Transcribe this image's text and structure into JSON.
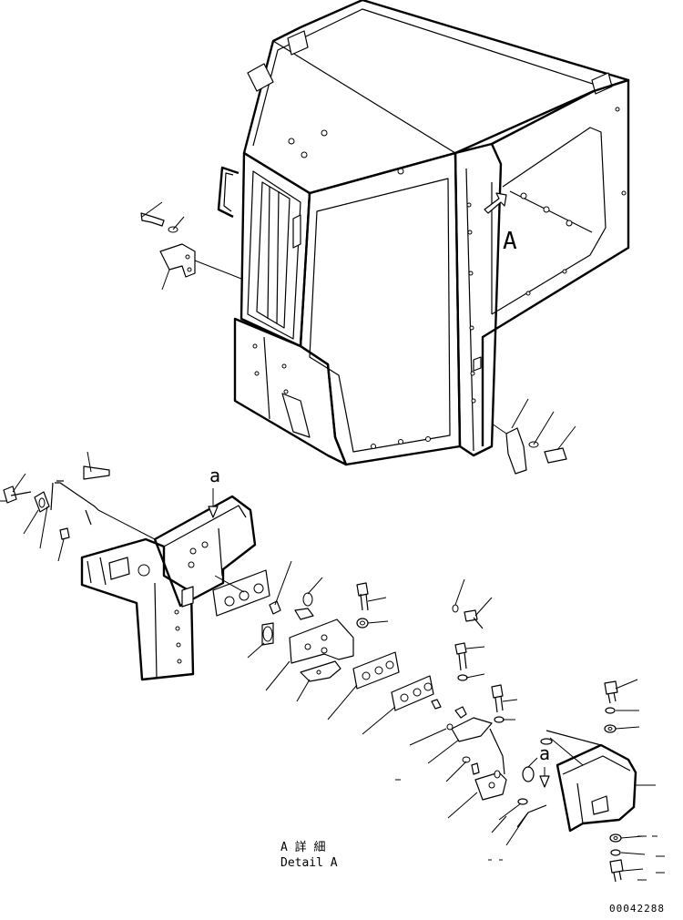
{
  "view_label": "A",
  "detail_marker_upper": "a",
  "detail_marker_lower": "a",
  "caption": {
    "japanese": "A 詳 細",
    "english": "Detail A"
  },
  "drawing_number": "00042288"
}
